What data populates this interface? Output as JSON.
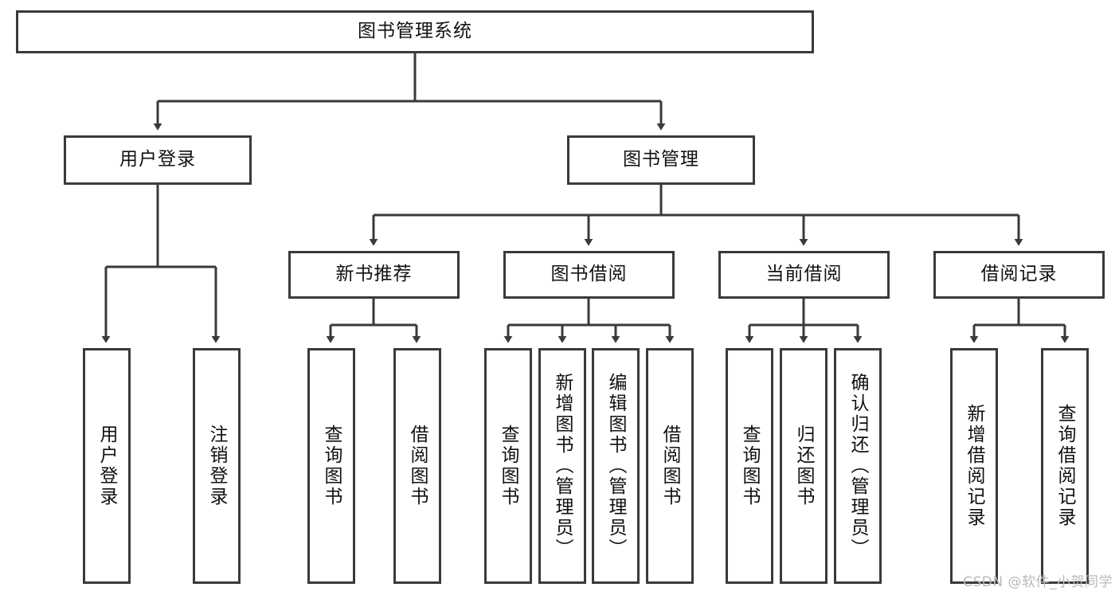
{
  "diagram": {
    "title_node": {
      "label": "图书管理系统"
    },
    "level2": [
      {
        "id": "user-login",
        "label": "用户登录"
      },
      {
        "id": "book-manage",
        "label": "图书管理"
      }
    ],
    "level3": [
      {
        "id": "new-book-recommend",
        "label": "新书推荐"
      },
      {
        "id": "book-borrow",
        "label": "图书借阅"
      },
      {
        "id": "current-borrow",
        "label": "当前借阅"
      },
      {
        "id": "borrow-record",
        "label": "借阅记录"
      }
    ],
    "leaves": [
      {
        "id": "leaf-user-login",
        "label": "用户登录",
        "parent": "user-login"
      },
      {
        "id": "leaf-logout-login",
        "label": "注销登录",
        "parent": "user-login"
      },
      {
        "id": "leaf-query-book-1",
        "label": "查询图书",
        "parent": "new-book-recommend"
      },
      {
        "id": "leaf-borrow-book-1",
        "label": "借阅图书",
        "parent": "new-book-recommend"
      },
      {
        "id": "leaf-query-book-2",
        "label": "查询图书",
        "parent": "book-borrow"
      },
      {
        "id": "leaf-add-book",
        "label": "新增图书（管理员）",
        "parent": "book-borrow"
      },
      {
        "id": "leaf-edit-book",
        "label": "编辑图书（管理员）",
        "parent": "book-borrow"
      },
      {
        "id": "leaf-borrow-book-2",
        "label": "借阅图书",
        "parent": "book-borrow"
      },
      {
        "id": "leaf-query-book-3",
        "label": "查询图书",
        "parent": "current-borrow"
      },
      {
        "id": "leaf-return-book",
        "label": "归还图书",
        "parent": "current-borrow"
      },
      {
        "id": "leaf-confirm-return",
        "label": "确认归还（管理员）",
        "parent": "current-borrow"
      },
      {
        "id": "leaf-add-record",
        "label": "新增借阅记录",
        "parent": "borrow-record"
      },
      {
        "id": "leaf-query-record",
        "label": "查询借阅记录",
        "parent": "borrow-record"
      }
    ],
    "colors": {
      "stroke": "#3a3a3a",
      "fill": "#ffffff",
      "text": "#111111",
      "watermark": "#b9b9b9"
    }
  },
  "watermark": {
    "text": "CSDN @软件_小贺同学"
  }
}
